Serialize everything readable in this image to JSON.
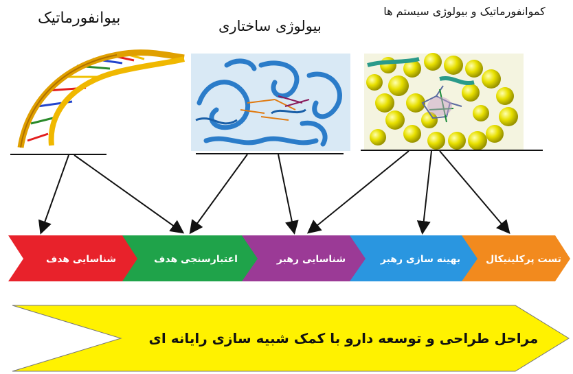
{
  "titles": {
    "bioinformatics": "بیوانفورماتیک",
    "structural_biology": "بیولوژی ساختاری",
    "chemoinformatics": "کموانفورماتیک و بیولوژی سیستم ها"
  },
  "images": [
    {
      "name": "dna-helix",
      "depicts": "DNA double helix"
    },
    {
      "name": "protein-structure",
      "depicts": "protein ribbon structure"
    },
    {
      "name": "molecular-surface",
      "depicts": "ligand in molecular surface"
    }
  ],
  "steps": [
    {
      "label": "شناسایی هدف",
      "color": "#e8222b"
    },
    {
      "label": "اعتبارسنجی هدف",
      "color": "#1fa34a"
    },
    {
      "label": "شناسایی رهبر",
      "color": "#9b3a96"
    },
    {
      "label": "بهینه سازی رهبر",
      "color": "#2a96e0"
    },
    {
      "label": "تست پرکلینیکال",
      "color": "#f28a1e"
    }
  ],
  "summary": {
    "label": "مراحل طراحی و توسعه دارو با کمک شبیه سازی رایانه ای",
    "color": "#fff200"
  }
}
